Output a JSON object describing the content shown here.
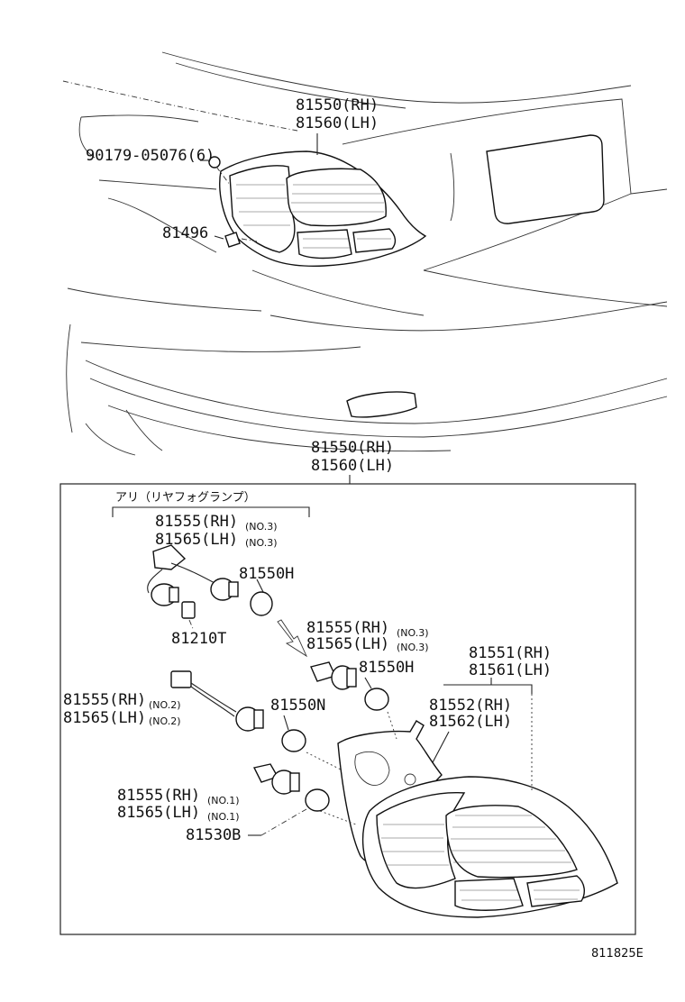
{
  "labels": {
    "tail_lamp_top_1": "81550(RH)",
    "tail_lamp_top_2": "81560(LH)",
    "nut": "90179-05076(6)",
    "clip": "81496",
    "tail_lamp_box_1": "81550(RH)",
    "tail_lamp_box_2": "81560(LH)",
    "fog_note": "アリ（リヤフォグランプ）",
    "socket_no3_rh": "81555(RH)",
    "socket_no3_rh_sub": "(NO.3)",
    "socket_no3_lh": "81565(LH)",
    "socket_no3_lh_sub": "(NO.3)",
    "bulb_h": "81550H",
    "bulb_t": "81210T",
    "socket_no3b_rh": "81555(RH)",
    "socket_no3b_rh_sub": "(NO.3)",
    "socket_no3b_lh": "81565(LH)",
    "socket_no3b_lh_sub": "(NO.3)",
    "bulb_h2": "81550H",
    "lens_rh": "81551(RH)",
    "lens_lh": "81561(LH)",
    "socket_no2_rh": "81555(RH)",
    "socket_no2_rh_sub": "(NO.2)",
    "socket_no2_lh": "81565(LH)",
    "socket_no2_lh_sub": "(NO.2)",
    "bulb_n": "81550N",
    "gasket_rh": "81552(RH)",
    "gasket_lh": "81562(LH)",
    "socket_no1_rh": "81555(RH)",
    "socket_no1_rh_sub": "(NO.1)",
    "socket_no1_lh": "81565(LH)",
    "socket_no1_lh_sub": "(NO.1)",
    "bulb_b": "81530B",
    "diagram_code": "811825E"
  }
}
